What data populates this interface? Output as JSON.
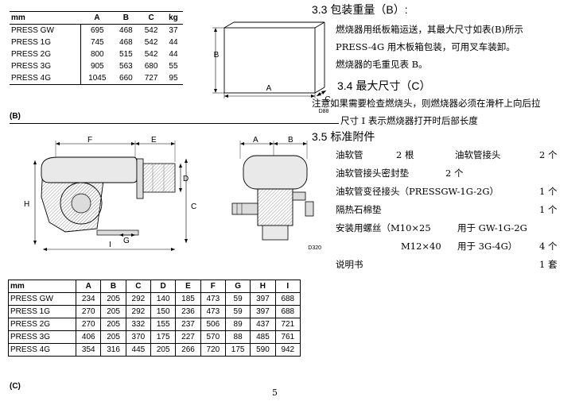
{
  "table_b": {
    "headers": [
      "mm",
      "A",
      "B",
      "C",
      "kg"
    ],
    "rows": [
      [
        "PRESS GW",
        "695",
        "468",
        "542",
        "37"
      ],
      [
        "PRESS 1G",
        "745",
        "468",
        "542",
        "44"
      ],
      [
        "PRESS 2G",
        "800",
        "515",
        "542",
        "44"
      ],
      [
        "PRESS 3G",
        "905",
        "563",
        "680",
        "55"
      ],
      [
        "PRESS 4G",
        "1045",
        "660",
        "727",
        "95"
      ]
    ],
    "tag": "(B)"
  },
  "figure_b": {
    "label_a": "A",
    "label_b": "B",
    "label_c": "C",
    "code": "D88"
  },
  "section_33": {
    "title": "3.3 包装重量（B）:",
    "lines": [
      "燃烧器用纸板箱运送，其最大尺寸如表(B)所示",
      "PRESS-4G 用木板箱包装，可用叉车装卸。",
      "燃烧器的毛重见表 B。"
    ]
  },
  "section_34": {
    "title": "3.4  最大尺寸（C）",
    "lines": [
      "注意如果需要检查燃烧头，则燃烧器必须在滑杆上向后拉",
      "尺寸 I 表示燃烧器打开时后部长度"
    ]
  },
  "section_35": {
    "title": "3.5  标准附件",
    "items": [
      {
        "name": "油软管",
        "qty": "2 根",
        "name2": "油软管接头",
        "qty2": "2 个"
      },
      {
        "name": "油软管接头密封垫",
        "qty": "2 个"
      },
      {
        "name": "油软管变径接头（PRESSGW-1G-2G）",
        "qty": "1 个"
      },
      {
        "name": "隔热石棉垫",
        "qty": "1 个"
      },
      {
        "name": "安装用螺丝（M10×25",
        "sub": "用于 GW-1G-2G"
      },
      {
        "name": "M12×40",
        "sub": "用于 3G-4G）",
        "qty": "4 个"
      },
      {
        "name": "说明书",
        "qty": "1 套"
      }
    ]
  },
  "figure_c": {
    "labels": {
      "a": "A",
      "b": "B",
      "c": "C",
      "d": "D",
      "e": "E",
      "f": "F",
      "g": "G",
      "h": "H",
      "i": "I"
    },
    "code": "D320"
  },
  "table_c": {
    "headers": [
      "mm",
      "A",
      "B",
      "C",
      "D",
      "E",
      "F",
      "G",
      "H",
      "I"
    ],
    "rows": [
      [
        "PRESS GW",
        "234",
        "205",
        "292",
        "140",
        "185",
        "473",
        "59",
        "397",
        "688"
      ],
      [
        "PRESS 1G",
        "270",
        "205",
        "292",
        "150",
        "236",
        "473",
        "59",
        "397",
        "688"
      ],
      [
        "PRESS 2G",
        "270",
        "205",
        "332",
        "155",
        "237",
        "506",
        "89",
        "437",
        "721"
      ],
      [
        "PRESS 3G",
        "406",
        "205",
        "370",
        "175",
        "227",
        "570",
        "88",
        "485",
        "761"
      ],
      [
        "PRESS 4G",
        "354",
        "316",
        "445",
        "205",
        "266",
        "720",
        "175",
        "590",
        "942"
      ]
    ],
    "tag": "(C)"
  },
  "page_number": "5"
}
